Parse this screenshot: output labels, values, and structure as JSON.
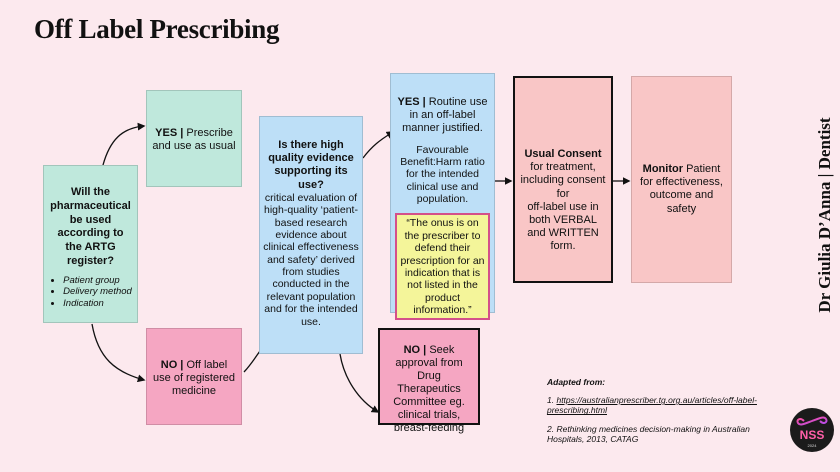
{
  "title": "Off Label Prescribing",
  "author": "Dr Giulia D’Anna | Dentist",
  "q1": {
    "question": "Will the pharmaceutical be used according to the ARTG register?",
    "bullets": [
      "Patient group",
      "Delivery method",
      "Indication"
    ]
  },
  "yes1": {
    "label": "YES |",
    "text": "Prescribe and use as usual"
  },
  "no1": {
    "label": "NO |",
    "text": "Off label use of registered medicine"
  },
  "q2": {
    "question": "Is there high quality evidence supporting its use?",
    "text": "critical evaluation of high-quality ‘patient-based research evidence about clinical effectiveness and safety’ derived from studies conducted in the relevant population and for the intended use."
  },
  "yes2": {
    "label": "YES |",
    "text": "Routine use in an off-label manner justified.",
    "benefit": "Favourable Benefit:Harm ratio for the intended clinical use and population.",
    "quote": "“The onus is on the prescriber to defend their prescription for an indication that is not listed in the product information.”"
  },
  "no2": {
    "label": "NO |",
    "text": "Seek approval from Drug Therapeutics Committee eg. clinical trials, breast-feeding"
  },
  "consent": {
    "bold": "Usual Consent",
    "text1": "for treatment, including consent for",
    "text2": "off-label use in both VERBAL and WRITTEN form."
  },
  "monitor": {
    "bold": "Monitor",
    "text": "Patient for effectiveness, outcome and safety"
  },
  "refs": {
    "heading": "Adapted from:",
    "ref1_num": "1.",
    "ref1_url": "https://australianprescriber.tg.org.au/articles/off-label-prescribing.html",
    "ref2": "2. Rethinking medicines decision-making in Australian Hospitals, 2013, CATAG"
  },
  "logo": {
    "text": "NSS",
    "year": "2024"
  },
  "colors": {
    "teal": "#bfe8dc",
    "pink": "#f5a6c2",
    "blue": "#bddff7",
    "salmon": "#f9c6c6",
    "yellow": "#f4f59a",
    "quote_border": "#d4508a",
    "background": "#fce9ee"
  }
}
